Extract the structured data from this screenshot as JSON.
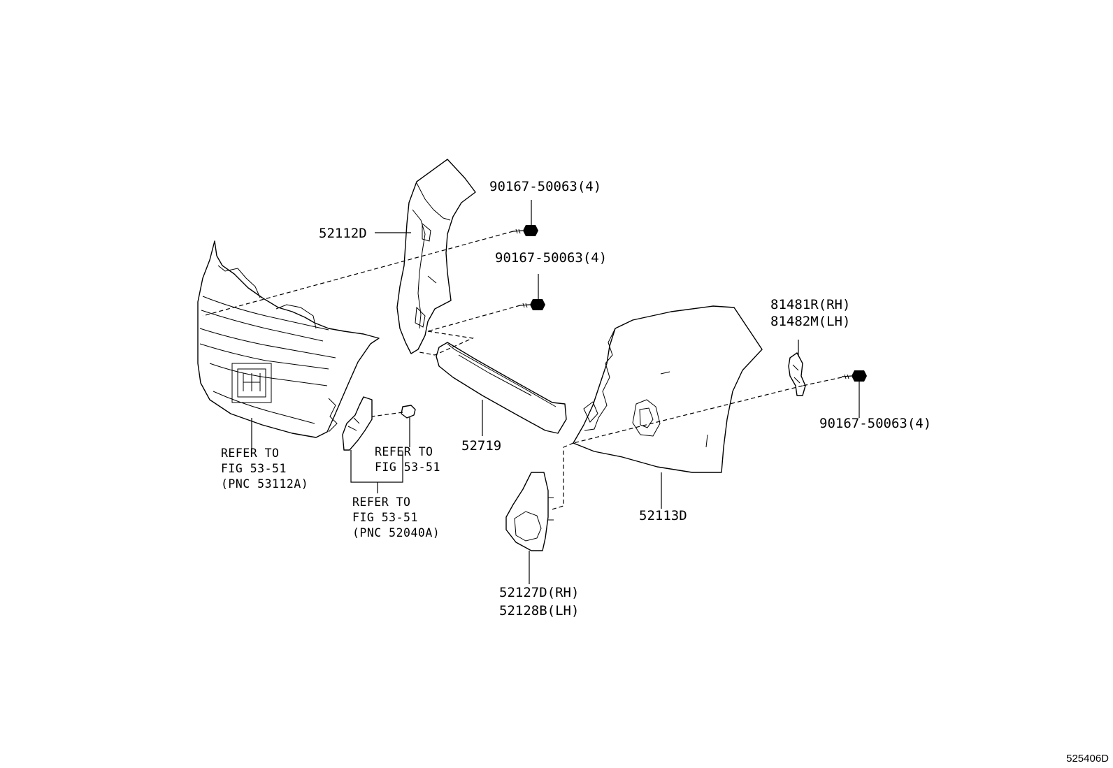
{
  "labels": {
    "p52112D": "52112D",
    "bolt1": "90167-50063(4)",
    "bolt2": "90167-50063(4)",
    "bolt3": "90167-50063(4)",
    "p81481R": "81481R(RH)",
    "p81482M": "81482M(LH)",
    "p52719": "52719",
    "p52113D": "52113D",
    "p52127D": "52127D(RH)",
    "p52128B": "52128B(LH)",
    "ref1": [
      "REFER TO",
      "FIG 53-51",
      "(PNC 53112A)"
    ],
    "ref2": [
      "REFER TO",
      "FIG 53-51"
    ],
    "ref3": [
      "REFER TO",
      "FIG 53-51",
      "(PNC 52040A)"
    ]
  },
  "figure_id": "525406D"
}
